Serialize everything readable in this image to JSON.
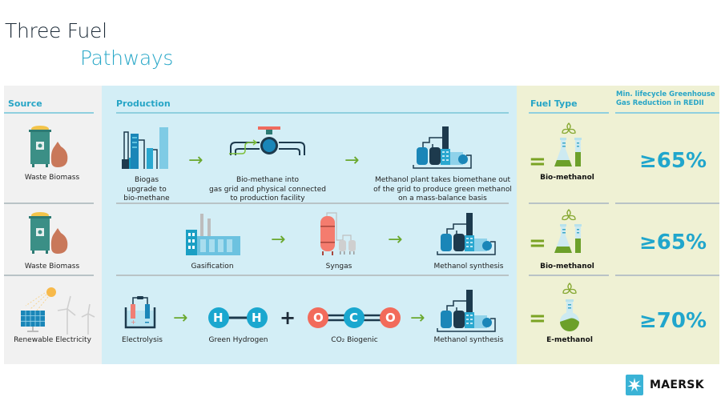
{
  "title": {
    "line1": "Three Fuel",
    "line2": "Pathways"
  },
  "columns": {
    "source": "Source",
    "production": "Production",
    "fuel_type": "Fuel Type",
    "ghg_line1": "Min. lifecycle Greenhouse",
    "ghg_line2": "Gas Reduction in REDII"
  },
  "rows": [
    {
      "source": "Waste Biomass",
      "source_icon": "waste-bin-icon",
      "steps": [
        {
          "icon": "biogas-upgrade-icon",
          "lines": [
            "Biogas",
            "upgrade to",
            "bio-methane"
          ]
        },
        {
          "icon": "gas-grid-valve-icon",
          "lines": [
            "Bio-methane into",
            "gas grid and physical connected",
            "to production facility"
          ]
        },
        {
          "icon": "methanol-plant-icon",
          "lines": [
            "Methanol plant takes biomethane out",
            "of the grid to produce green methanol",
            "on a mass-balance basis"
          ]
        }
      ],
      "fuel": "Bio-methanol",
      "fuel_icon": "flask-and-tube-icon",
      "reduction": "≥65%"
    },
    {
      "source": "Waste Biomass",
      "source_icon": "waste-bin-icon",
      "steps": [
        {
          "icon": "gasification-factory-icon",
          "lines": [
            "Gasification"
          ]
        },
        {
          "icon": "syngas-tanks-icon",
          "lines": [
            "Syngas"
          ]
        },
        {
          "icon": "methanol-plant-icon",
          "lines": [
            "Methanol synthesis"
          ]
        }
      ],
      "fuel": "Bio-methanol",
      "fuel_icon": "flask-and-tube-icon",
      "reduction": "≥65%"
    },
    {
      "source": "Renewable Electricity",
      "source_icon": "solar-wind-icon",
      "steps": [
        {
          "icon": "electrolysis-icon",
          "lines": [
            "Electrolysis"
          ]
        },
        {
          "icon": "hydrogen-molecule-icon",
          "lines": [
            "Green Hydrogen"
          ],
          "atoms": [
            "H",
            "H"
          ]
        },
        {
          "icon": "co2-molecule-icon",
          "lines": [
            "CO₂ Biogenic"
          ],
          "atoms": [
            "O",
            "C",
            "O"
          ]
        },
        {
          "icon": "methanol-plant-icon",
          "lines": [
            "Methanol synthesis"
          ]
        }
      ],
      "fuel": "E-methanol",
      "fuel_icon": "round-flask-icon",
      "reduction": "≥70%"
    }
  ],
  "symbols": {
    "arrow": "→",
    "equals": "=",
    "plus": "+"
  },
  "brand": {
    "name": "MAERSK",
    "color": "#3ab3d6"
  },
  "colors": {
    "accent": "#27a5c6",
    "arrow": "#6aa82e",
    "source_panel": "#f1f1f1",
    "production_panel": "#d3eef6",
    "fuel_panel": "#eff1d4"
  }
}
